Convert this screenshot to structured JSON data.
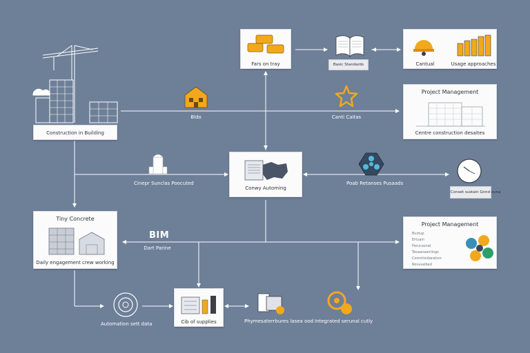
{
  "colors": {
    "background": "#6e7f98",
    "card": "#fbfbfb",
    "line": "#ffffff",
    "accent_orange": "#f2a81d",
    "accent_blue": "#3a8fb8"
  },
  "nodes": {
    "construction": {
      "label": "Construction in Building"
    },
    "top_center": {
      "label": "Fars on tray"
    },
    "book": {
      "label": "Basic Standards"
    },
    "top_right": {
      "label_left": "Cantual",
      "label_right": "Usage approaches"
    },
    "bldg": {
      "label": "Bldo"
    },
    "star": {
      "label": "Canti Caitas"
    },
    "pm1": {
      "title": "Project Management",
      "caption": "Centre construction desaites"
    },
    "tower": {
      "label": "Cinepr Sunclas Poocuted"
    },
    "center": {
      "label": "Conwy Automing"
    },
    "hexagon": {
      "label": "Poab Retanses Pusaads"
    },
    "clock": {
      "label": "Conset sustain Gnnd ouna"
    },
    "tiny_concrete": {
      "title": "Tiny Concrete",
      "caption": "Daily engagement crew working"
    },
    "bim": {
      "title": "BIM",
      "subtitle": "Dart Parine"
    },
    "pm2": {
      "title": "Project Management",
      "bullets": [
        "Bustup",
        "Ertuain",
        "Perucasnal",
        "Tesaanaantings",
        "Commlsidaration",
        "Rovusalbed"
      ]
    },
    "automation": {
      "label": "Automation sett data"
    },
    "product": {
      "label": "Cib of supplies"
    },
    "tools": {
      "label": "Phymesaterrbures lasea ood"
    },
    "integration": {
      "label": "Integrated serunal cutly"
    }
  }
}
